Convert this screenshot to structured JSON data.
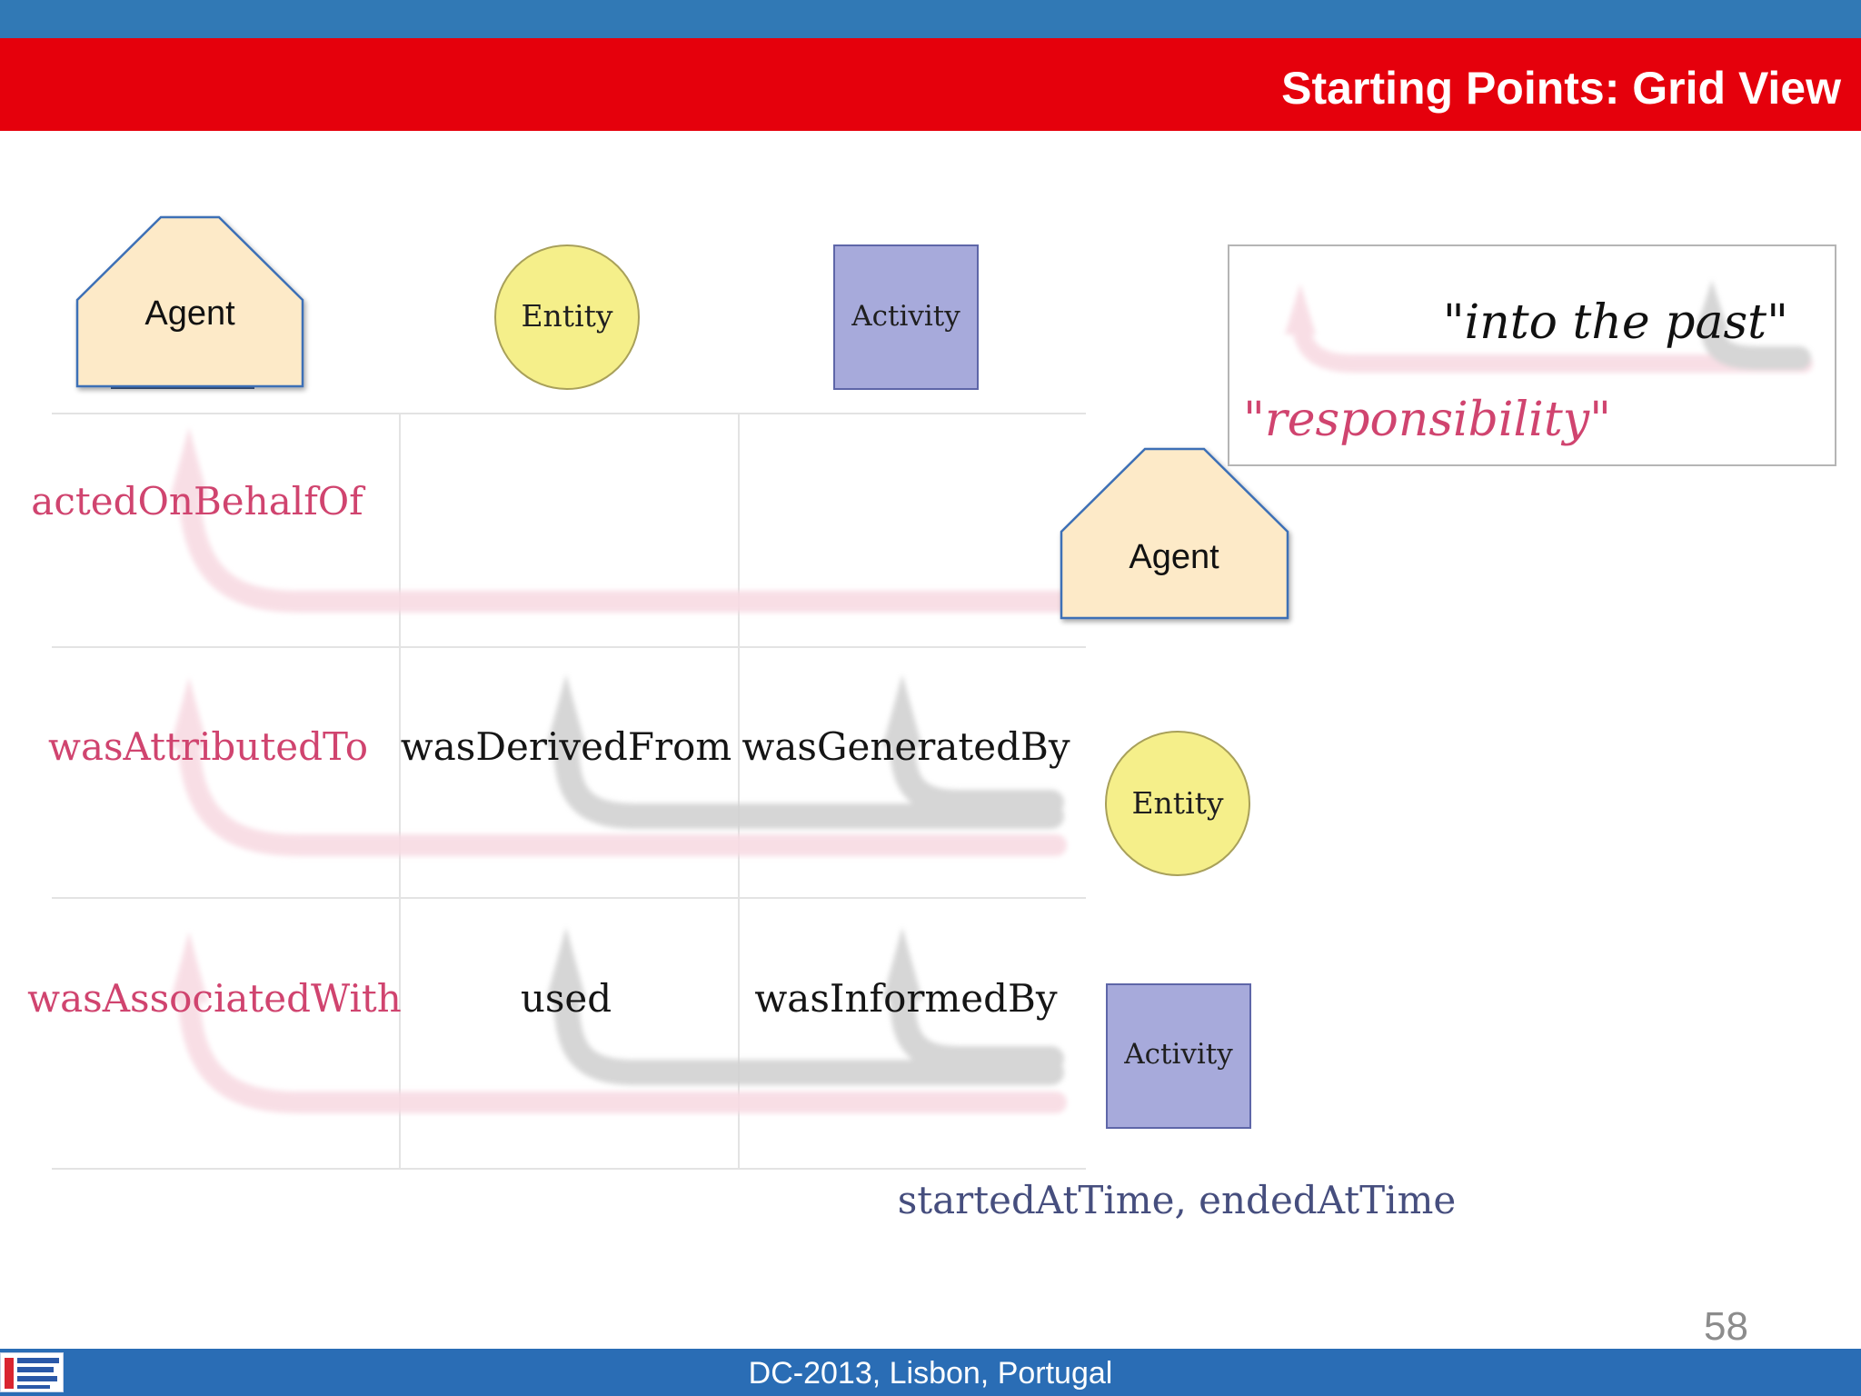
{
  "slide": {
    "title": "Starting Points: Grid View",
    "page_number": "58",
    "footer": "DC-2013, Lisbon, Portugal"
  },
  "colors": {
    "header_stripe": "#3179b5",
    "title_bar": "#e5000c",
    "footer_bar": "#2a6db5",
    "agent_fill": "#fdeac8",
    "entity_fill": "#f5ef8a",
    "activity_fill": "#a7aadb",
    "pink_relation": "#d0446f",
    "navy_text": "#464e7e"
  },
  "diagram": {
    "header_nodes": [
      {
        "type": "agent",
        "label": "Agent"
      },
      {
        "type": "entity",
        "label": "Entity"
      },
      {
        "type": "activity",
        "label": "Activity"
      }
    ],
    "legend": {
      "into_the_past": "\"into the past\"",
      "responsibility": "\"responsibility\""
    },
    "rows": [
      {
        "target": "Agent",
        "agent_cell": "actedOnBehalfOf",
        "entity_cell": "",
        "activity_cell": ""
      },
      {
        "target": "Entity",
        "agent_cell": "wasAttributedTo",
        "entity_cell": "wasDerivedFrom",
        "activity_cell": "wasGeneratedBy"
      },
      {
        "target": "Activity",
        "agent_cell": "wasAssociatedWith",
        "entity_cell": "used",
        "activity_cell": "wasInformedBy"
      }
    ],
    "activity_attributes": "startedAtTime, endedAtTime"
  }
}
